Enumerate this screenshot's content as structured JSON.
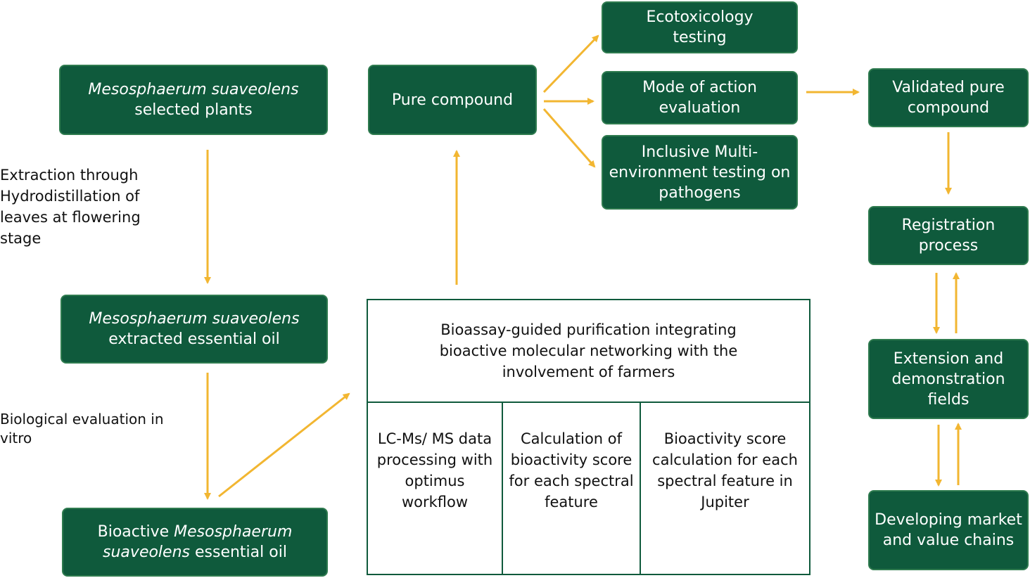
{
  "colors": {
    "box_fill": "#0f5a3c",
    "arrow": "#f2b631"
  },
  "boxes": {
    "selected_plants": {
      "em": "Mesosphaerum suaveolens",
      "text": "selected plants"
    },
    "extracted_oil": {
      "em": "Mesosphaerum suaveolens",
      "text": "extracted essential oil"
    },
    "bioactive_oil": {
      "pre": "Bioactive ",
      "em": "Mesosphaerum",
      "em2": "suaveolens",
      "text": " essential oil"
    },
    "pure_compound": "Pure compound",
    "ecotoxicology": "Ecotoxicology testing",
    "mode_of_action": "Mode of action evaluation",
    "inclusive": "Inclusive Multi-environment testing on pathogens",
    "validated": "Validated pure compound",
    "registration": "Registration process",
    "extension": "Extension and demonstration fields",
    "developing": "Developing market and value chains"
  },
  "labels": {
    "extraction": "Extraction through Hydrodistillation of leaves at flowering stage",
    "biological": "Biological evaluation in vitro"
  },
  "panel": {
    "header": "Bioassay-guided purification integrating bioactive molecular networking with the involvement of farmers",
    "columns": [
      "LC-Ms/ MS data processing with optimus workflow",
      "Calculation of bioactivity score for each spectral feature",
      "Bioactivity score calculation for each spectral feature in Jupiter"
    ]
  }
}
